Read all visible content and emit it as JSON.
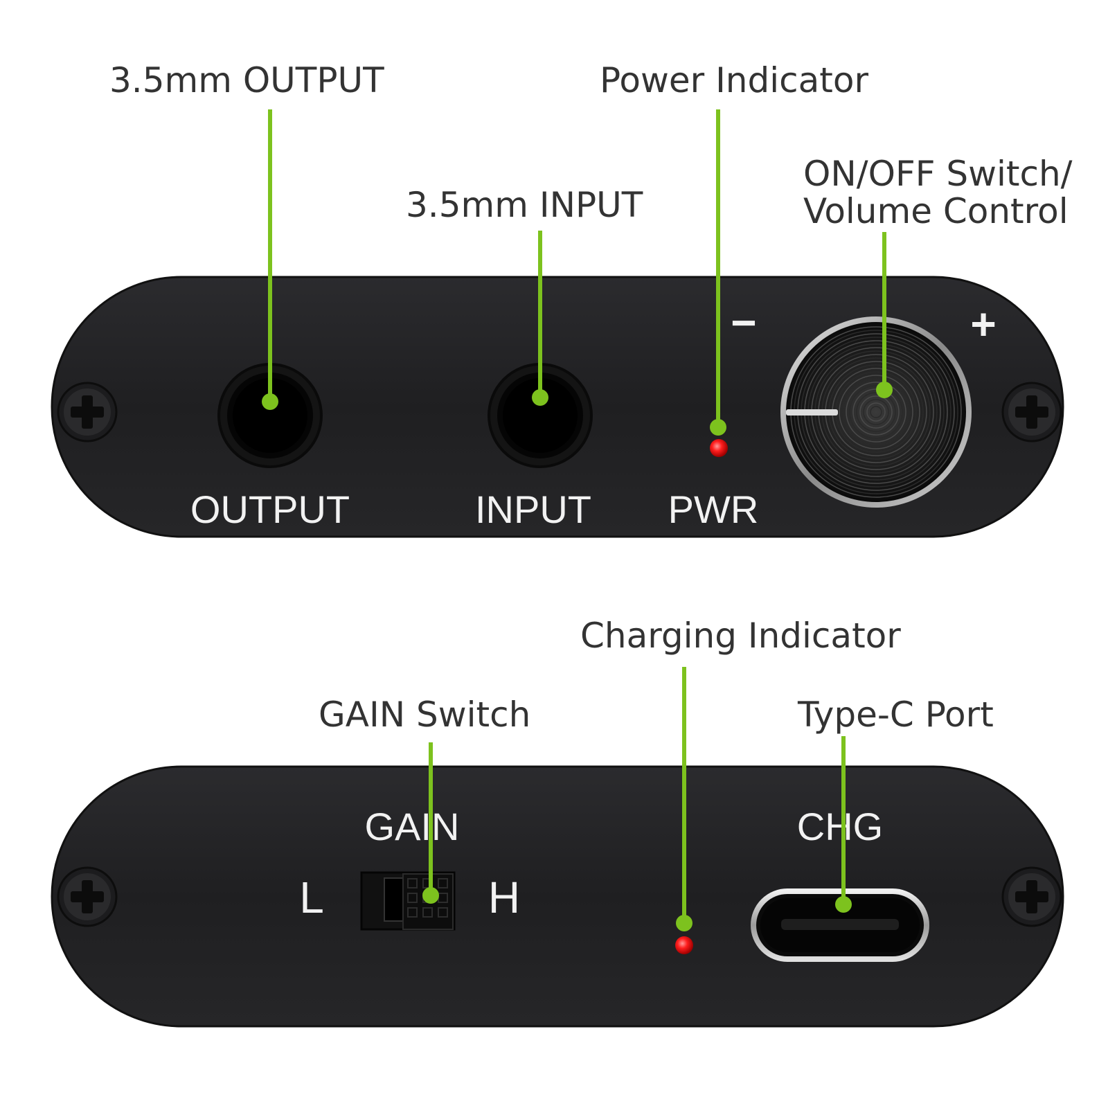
{
  "colors": {
    "accent_line": "#7dc21e",
    "panel": "#232325",
    "led": "#ff1e1e",
    "callout_text": "#333333",
    "silkscreen_text": "#f2f2f2"
  },
  "callouts": {
    "output": "3.5mm OUTPUT",
    "input": "3.5mm INPUT",
    "power_indicator": "Power Indicator",
    "onoff_line1": "ON/OFF Switch/",
    "onoff_line2": "Volume Control",
    "gain_switch": "GAIN Switch",
    "charging_indicator": "Charging Indicator",
    "typec_port": "Type-C Port"
  },
  "front_panel": {
    "output_label": "OUTPUT",
    "input_label": "INPUT",
    "pwr_label": "PWR",
    "minus_symbol": "−",
    "plus_symbol": "+"
  },
  "back_panel": {
    "gain_label": "GAIN",
    "low_label": "L",
    "high_label": "H",
    "chg_label": "CHG"
  },
  "icons": [
    "screw-icon",
    "headphone-jack-icon",
    "led-icon",
    "volume-knob-icon",
    "slide-switch-icon",
    "usb-c-port-icon"
  ]
}
